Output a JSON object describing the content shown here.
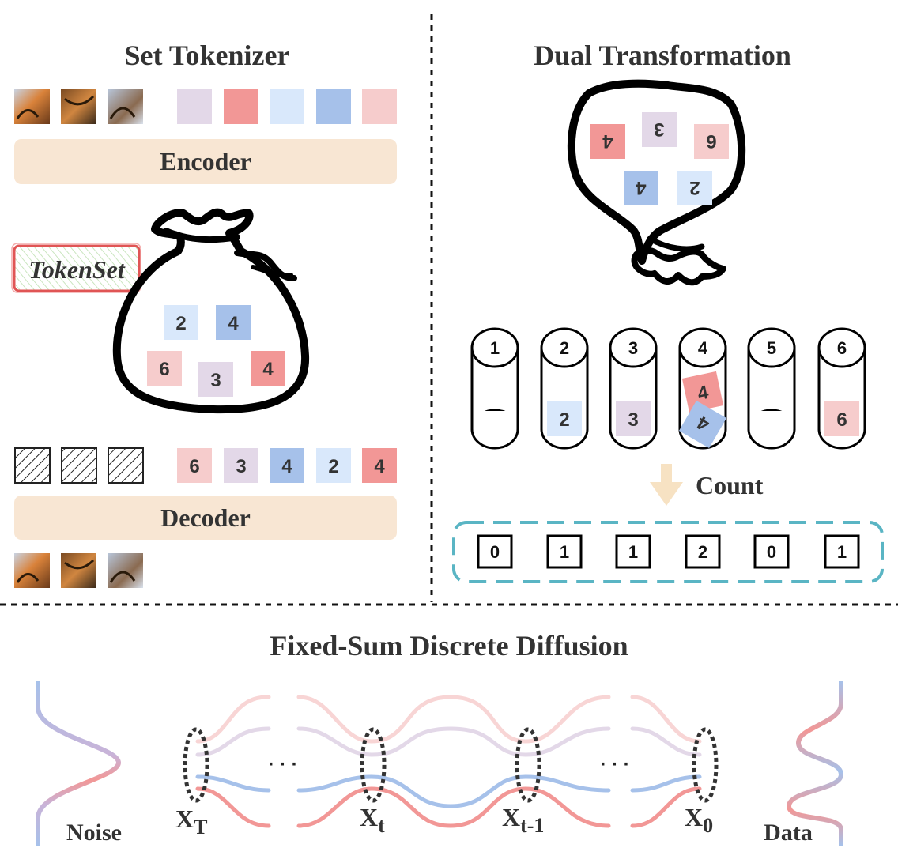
{
  "colors": {
    "pink": "#f6cccc",
    "red": "#f29796",
    "lavender": "#e3d8e8",
    "lightblue": "#d9e8fb",
    "blue": "#a6c1ea",
    "beige": "#f8e6d3",
    "arrow": "#f7e2c3",
    "teal": "#5ab5c4",
    "hatch": "#222222",
    "noise_top": "#a6c1ea",
    "noise_mid": "#f29796"
  },
  "titles": {
    "set_tokenizer": "Set Tokenizer",
    "dual_transformation": "Dual Transformation",
    "fixed_sum": "Fixed-Sum Discrete Diffusion"
  },
  "tokenizer": {
    "image_icon": "tiger-image",
    "encoder_label": "Encoder",
    "decoder_label": "Decoder",
    "tokenset_label": "TokenSet",
    "encoder_tokens": [
      "",
      "",
      "",
      "",
      ""
    ],
    "bag_tokens": [
      "2",
      "4",
      "6",
      "3",
      "4"
    ],
    "decoder_tokens": [
      "6",
      "3",
      "4",
      "2",
      "4"
    ]
  },
  "dual": {
    "bag_tokens": [
      "4",
      "3",
      "6",
      "4",
      "2"
    ],
    "bins": [
      "1",
      "2",
      "3",
      "4",
      "5",
      "6"
    ],
    "bin_contents": {
      "bin2": "2",
      "bin3": "3",
      "bin4_top": "4",
      "bin4_bottom": "4",
      "bin6": "6"
    },
    "count_label": "Count",
    "counts": [
      "0",
      "1",
      "1",
      "2",
      "0",
      "1"
    ]
  },
  "diffusion": {
    "noise_label": "Noise",
    "data_label": "Data",
    "ellipsis": "· · ·",
    "x_labels": [
      {
        "base": "X",
        "sub": "T"
      },
      {
        "base": "X",
        "sub": "t"
      },
      {
        "base": "X",
        "sub": "t-1"
      },
      {
        "base": "X",
        "sub": "0"
      }
    ]
  }
}
